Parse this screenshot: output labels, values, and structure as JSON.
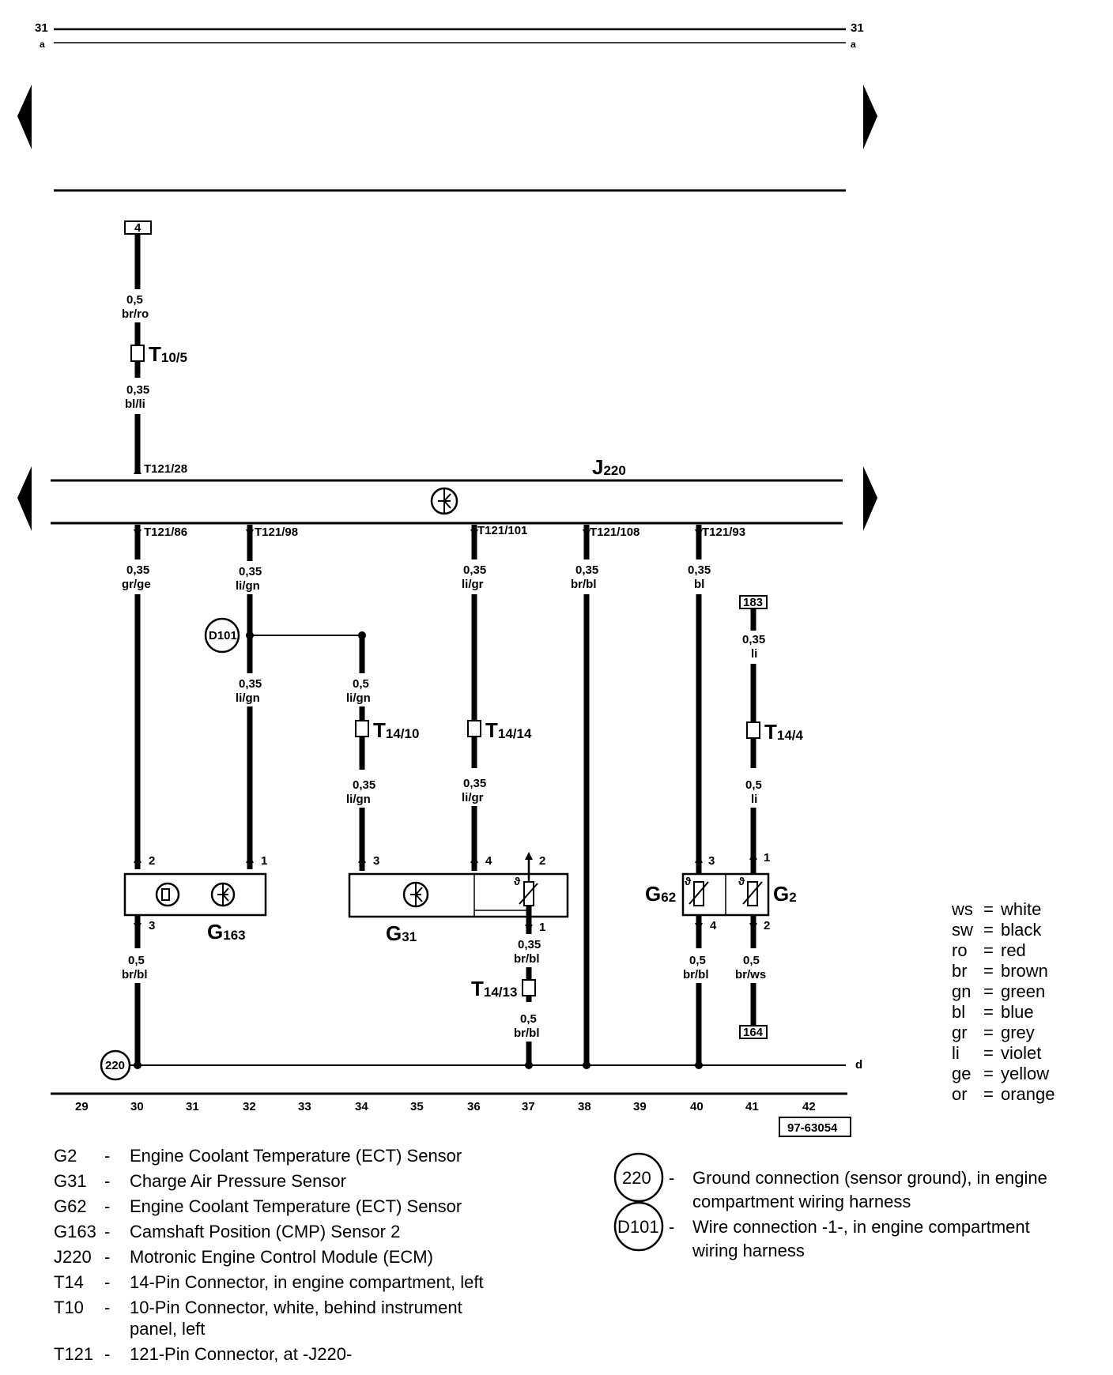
{
  "header": {
    "left_top": "31",
    "left_bottom": "a",
    "right_top": "31",
    "right_bottom": "a"
  },
  "blocks": {
    "t10": {
      "main": "T",
      "sub": "10/5"
    },
    "j220": {
      "main": "J",
      "sub": "220"
    },
    "t14_10": {
      "main": "T",
      "sub": "14/10"
    },
    "t14_14": {
      "main": "T",
      "sub": "14/14"
    },
    "t14_4": {
      "main": "T",
      "sub": "14/4"
    },
    "t14_13": {
      "main": "T",
      "sub": "14/13"
    },
    "g163": {
      "main": "G",
      "sub": "163"
    },
    "g31": {
      "main": "G",
      "sub": "31"
    },
    "g62": {
      "main": "G",
      "sub": "62"
    },
    "g2": {
      "main": "G",
      "sub": "2"
    }
  },
  "boxes": {
    "b4": "4",
    "b183": "183",
    "b164": "164"
  },
  "circles": {
    "d101": "D101",
    "c220": "220"
  },
  "pins": {
    "t121_28": "T121/28",
    "t121_86": "T121/86",
    "t121_98": "T121/98",
    "t121_101": "T121/101",
    "t121_108": "T121/108",
    "t121_93": "T121/93",
    "g163_2": "2",
    "g163_1": "1",
    "g163_3": "3",
    "g31_3": "3",
    "g31_4": "4",
    "g31_2": "2",
    "g31_1": "1",
    "g62_3": "3",
    "g62_4": "4",
    "g2_1": "1",
    "g2_2": "2",
    "ground_d": "d"
  },
  "wires": {
    "w1a": [
      "0,5",
      "br/ro"
    ],
    "w1b": [
      "0,35",
      "bl/li"
    ],
    "w30a": [
      "0,35",
      "gr/ge"
    ],
    "w32a": [
      "0,35",
      "li/gn"
    ],
    "w32b": [
      "0,35",
      "li/gn"
    ],
    "w34a": [
      "0,5",
      "li/gn"
    ],
    "w34b": [
      "0,35",
      "li/gn"
    ],
    "w36a": [
      "0,35",
      "li/gr"
    ],
    "w36b": [
      "0,35",
      "li/gr"
    ],
    "w38": [
      "0,35",
      "br/bl"
    ],
    "w40a": [
      "0,35",
      "bl"
    ],
    "w41a": [
      "0,35",
      "li"
    ],
    "w41b": [
      "0,5",
      "li"
    ],
    "w30b": [
      "0,5",
      "br/bl"
    ],
    "w37a": [
      "0,35",
      "br/bl"
    ],
    "w37b": [
      "0,5",
      "br/bl"
    ],
    "w40b": [
      "0,5",
      "br/bl"
    ],
    "w41c": [
      "0,5",
      "br/ws"
    ]
  },
  "columns": [
    "29",
    "30",
    "31",
    "32",
    "33",
    "34",
    "35",
    "36",
    "37",
    "38",
    "39",
    "40",
    "41",
    "42"
  ],
  "figure_id": "97-63054",
  "color_codes": [
    {
      "code": "ws",
      "name": "white"
    },
    {
      "code": "sw",
      "name": "black"
    },
    {
      "code": "ro",
      "name": "red"
    },
    {
      "code": "br",
      "name": "brown"
    },
    {
      "code": "gn",
      "name": "green"
    },
    {
      "code": "bl",
      "name": "blue"
    },
    {
      "code": "gr",
      "name": "grey"
    },
    {
      "code": "li",
      "name": "violet"
    },
    {
      "code": "ge",
      "name": "yellow"
    },
    {
      "code": "or",
      "name": "orange"
    }
  ],
  "components": [
    {
      "id": "G2",
      "desc": "Engine Coolant Temperature (ECT) Sensor"
    },
    {
      "id": "G31",
      "desc": "Charge Air Pressure Sensor"
    },
    {
      "id": "G62",
      "desc": "Engine Coolant Temperature (ECT) Sensor"
    },
    {
      "id": "G163",
      "desc": "Camshaft Position (CMP) Sensor 2"
    },
    {
      "id": "J220",
      "desc": "Motronic Engine Control Module (ECM)"
    },
    {
      "id": "T14",
      "desc": "14-Pin Connector, in engine compartment, left"
    },
    {
      "id": "T10",
      "desc": "10-Pin Connector, white, behind instrument",
      "desc2": "panel, left"
    },
    {
      "id": "T121",
      "desc": "121-Pin Connector, at -J220-"
    }
  ],
  "connections": [
    {
      "id": "220",
      "desc": "Ground connection (sensor ground), in engine",
      "desc2": "compartment wiring harness"
    },
    {
      "id": "D101",
      "desc": "Wire connection -1-, in engine compartment",
      "desc2": "wiring harness"
    }
  ]
}
